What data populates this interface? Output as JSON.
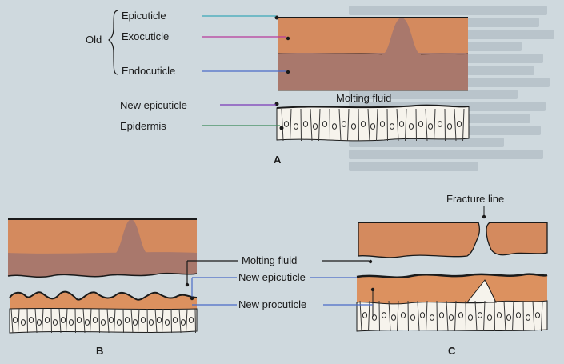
{
  "panels": {
    "a": {
      "letter": "A"
    },
    "b": {
      "letter": "B"
    },
    "c": {
      "letter": "C"
    }
  },
  "labels": {
    "old": "Old",
    "epicuticle": "Epicuticle",
    "exocuticle": "Exocuticle",
    "endocuticle": "Endocuticle",
    "molting_fluid_a": "Molting fluid",
    "new_epicuticle_a": "New epicuticle",
    "epidermis": "Epidermis",
    "fracture_line": "Fracture line",
    "molting_fluid_bc": "Molting fluid",
    "new_epicuticle_bc": "New epicuticle",
    "new_procuticle": "New procuticle"
  },
  "colors": {
    "background": "#cfd9de",
    "exocuticle": "#d48a5e",
    "endocuticle": "#a9786c",
    "new_procuticle": "#dc915f",
    "epidermis": "#f6f3ec",
    "cell_line": "#3a3a3a",
    "leader_epicuticle": "#3aa8b8",
    "leader_exocuticle": "#b83a9a",
    "leader_endocuticle": "#4a6cc8",
    "leader_new_epicuticle": "#7a3ab8",
    "leader_epidermis": "#3a8a5a"
  }
}
